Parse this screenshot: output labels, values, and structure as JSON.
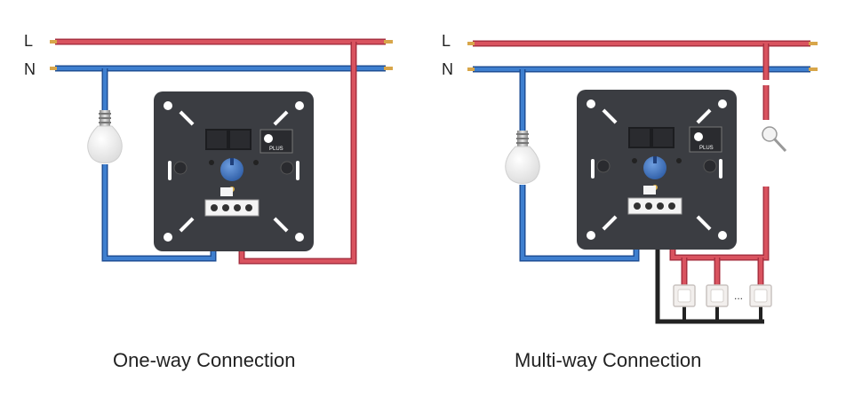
{
  "colors": {
    "live": "#d9535f",
    "live_edge": "#a83040",
    "neutral": "#3e7fcf",
    "neutral_edge": "#1f4f96",
    "black_wire": "#222222",
    "copper": "#d8a64a",
    "module_body": "#3b3d42",
    "knob": "#3d6fb8",
    "switch_face": "#f2efed"
  },
  "icons": {
    "bulb": "bulb-icon",
    "push_switch": "push-switch-icon",
    "zwave_logo": "zwave-plus-logo"
  },
  "one_way": {
    "label_l": "L",
    "label_n": "N",
    "logo_text": "PLUS",
    "caption": "One-way Connection"
  },
  "multi_way": {
    "label_l": "L",
    "label_n": "N",
    "logo_text": "PLUS",
    "ellipsis": "...",
    "caption": "Multi-way Connection"
  }
}
